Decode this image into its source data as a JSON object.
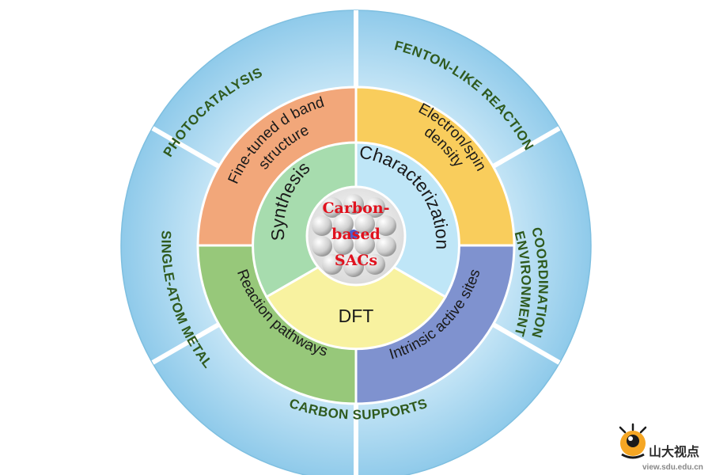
{
  "outer_ring": {
    "photocatalysis": "PHOTOCATALYSIS",
    "fenton": "FENTON-LIKE REACTION",
    "coord_line1": "COORDINATION",
    "coord_line2": "ENVIRONMENT",
    "carbon_supports": "CARBON SUPPORTS",
    "single_atom": "SINGLE-ATOM METAL"
  },
  "middle_ring": {
    "dband_line1": "Fine-tuned d band",
    "dband_line2": "structure",
    "spin_line1": "Electron/spin",
    "spin_line2": "density",
    "active_sites": "Intrinsic active sites",
    "pathways": "Reaction pathways"
  },
  "inner_ring": {
    "synthesis": "Synthesis",
    "characterization": "Characterization",
    "dft": "DFT"
  },
  "center": {
    "line1": "Carbon-",
    "line2": "based",
    "line3": "SACs"
  },
  "watermark": {
    "chinese": "山大视点",
    "url": "view.sdu.edu.cn"
  },
  "colors": {
    "outer_ring": "#a8d6f0",
    "dband": "#f2a77a",
    "spin": "#f9cd5c",
    "active_sites": "#7f92cf",
    "pathways": "#97c87a",
    "synthesis": "#a7dcae",
    "characterization": "#bfe6f7",
    "dft": "#f8f2a0",
    "center_text": "#e0121e",
    "outer_text": "#2f5a1e"
  }
}
